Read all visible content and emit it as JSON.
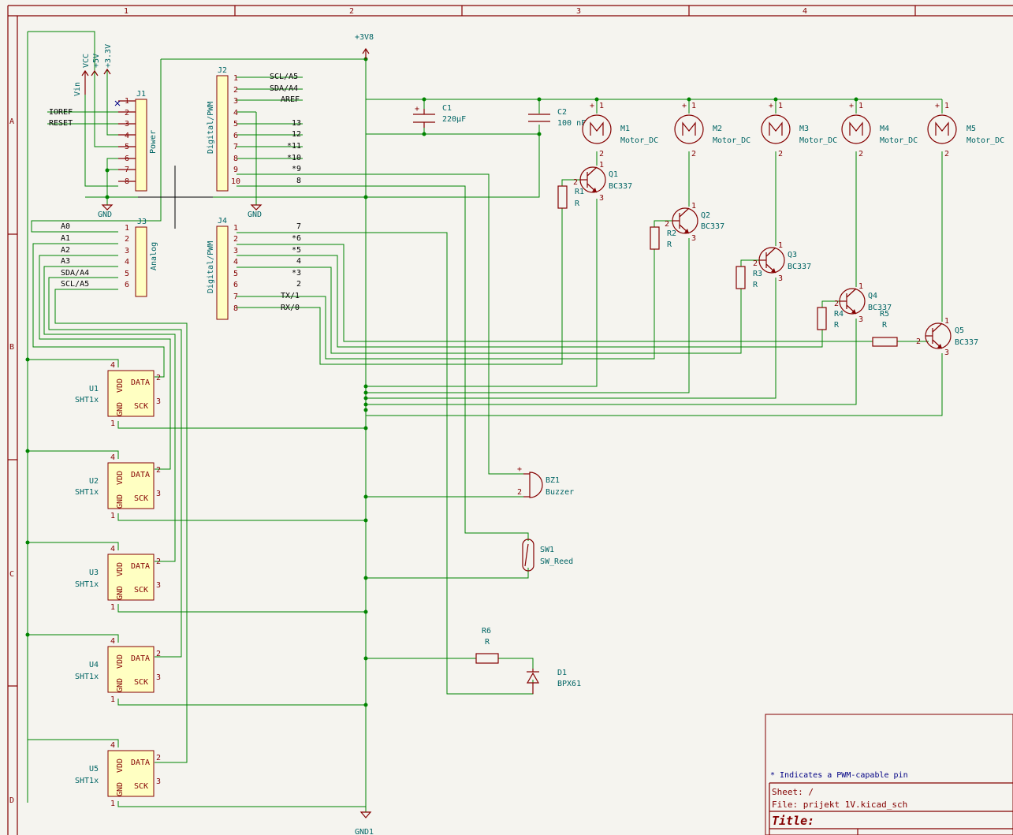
{
  "frame": {
    "columns": [
      "1",
      "2",
      "3",
      "4"
    ],
    "rows": [
      "A",
      "B",
      "C",
      "D"
    ]
  },
  "power": {
    "p3v8": "+3V8",
    "gnd1": "GND1",
    "gnd": "GND",
    "vcc": "VCC",
    "p5v": "+5V",
    "p3v3": "+3.3V",
    "vin": "Vin"
  },
  "J1": {
    "ref": "J1",
    "name": "Power",
    "pins": [
      "1",
      "2",
      "3",
      "4",
      "5",
      "6",
      "7",
      "8"
    ],
    "nets": [
      "IOREF",
      "RESET"
    ]
  },
  "J2": {
    "ref": "J2",
    "name": "Digital/PWM",
    "pins": [
      "1",
      "2",
      "3",
      "4",
      "5",
      "6",
      "7",
      "8",
      "9",
      "10"
    ],
    "labels": [
      "SCL/A5",
      "SDA/A4",
      "AREF",
      "",
      "13",
      "12",
      "*11",
      "*10",
      "*9",
      "8"
    ]
  },
  "J3": {
    "ref": "J3",
    "name": "Analog",
    "pins": [
      "1",
      "2",
      "3",
      "4",
      "5",
      "6"
    ],
    "labels": [
      "A0",
      "A1",
      "A2",
      "A3",
      "SDA/A4",
      "SCL/A5"
    ]
  },
  "J4": {
    "ref": "J4",
    "name": "Digital/PWM",
    "pins": [
      "1",
      "2",
      "3",
      "4",
      "5",
      "6",
      "7",
      "8"
    ],
    "labels": [
      "7",
      "*6",
      "*5",
      "4",
      "*3",
      "2",
      "TX/1",
      "RX/0"
    ]
  },
  "C1": {
    "ref": "C1",
    "value": "220µF"
  },
  "C2": {
    "ref": "C2",
    "value": "100 nF"
  },
  "motors": [
    {
      "ref": "M1",
      "value": "Motor_DC"
    },
    {
      "ref": "M2",
      "value": "Motor_DC"
    },
    {
      "ref": "M3",
      "value": "Motor_DC"
    },
    {
      "ref": "M4",
      "value": "Motor_DC"
    },
    {
      "ref": "M5",
      "value": "Motor_DC"
    }
  ],
  "transistors": [
    {
      "ref": "Q1",
      "value": "BC337"
    },
    {
      "ref": "Q2",
      "value": "BC337"
    },
    {
      "ref": "Q3",
      "value": "BC337"
    },
    {
      "ref": "Q4",
      "value": "BC337"
    },
    {
      "ref": "Q5",
      "value": "BC337"
    }
  ],
  "resistors": [
    {
      "ref": "R1",
      "value": "R"
    },
    {
      "ref": "R2",
      "value": "R"
    },
    {
      "ref": "R3",
      "value": "R"
    },
    {
      "ref": "R4",
      "value": "R"
    },
    {
      "ref": "R5",
      "value": "R"
    },
    {
      "ref": "R6",
      "value": "R"
    }
  ],
  "sensors": [
    {
      "ref": "U1",
      "value": "SHT1x"
    },
    {
      "ref": "U2",
      "value": "SHT1x"
    },
    {
      "ref": "U3",
      "value": "SHT1x"
    },
    {
      "ref": "U4",
      "value": "SHT1x"
    },
    {
      "ref": "U5",
      "value": "SHT1x"
    }
  ],
  "sensor_pins": {
    "vdd": "VDD",
    "gnd": "GND",
    "data": "DATA",
    "sck": "SCK",
    "p1": "1",
    "p2": "2",
    "p3": "3",
    "p4": "4"
  },
  "transistor_pins": {
    "p1": "1",
    "p2": "2",
    "p3": "3"
  },
  "motor_pins": {
    "plus": "+",
    "p1": "1",
    "p2": "2"
  },
  "BZ1": {
    "ref": "BZ1",
    "value": "Buzzer"
  },
  "SW1": {
    "ref": "SW1",
    "value": "SW_Reed"
  },
  "D1": {
    "ref": "D1",
    "value": "BPX61"
  },
  "title_block": {
    "note": "* Indicates a PWM-capable pin",
    "sheet": "Sheet: /",
    "file": "File: prijekt 1V.kicad_sch",
    "title": "Title:"
  }
}
